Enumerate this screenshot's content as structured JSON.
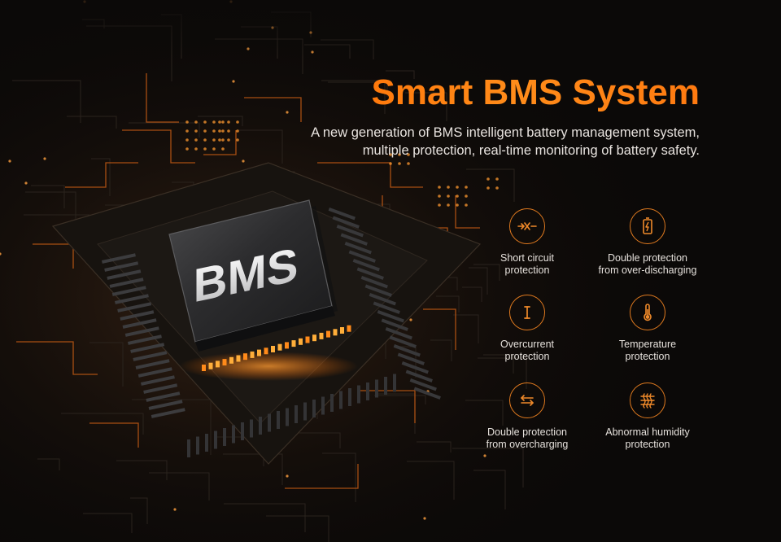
{
  "hero": {
    "title": "Smart BMS System",
    "subtitle_lines": [
      "A new generation of BMS intelligent battery management system,",
      "multiple protection, real-time monitoring of battery safety."
    ]
  },
  "chip": {
    "label": "BMS"
  },
  "features": [
    {
      "icon": "short-circuit-icon",
      "lines": [
        "Short circuit",
        "protection"
      ]
    },
    {
      "icon": "battery-icon",
      "lines": [
        "Double protection",
        "from over-discharging"
      ]
    },
    {
      "icon": "overcurrent-icon",
      "lines": [
        "Overcurrent",
        "protection"
      ]
    },
    {
      "icon": "thermometer-icon",
      "lines": [
        "Temperature",
        "protection"
      ]
    },
    {
      "icon": "arrows-icon",
      "lines": [
        "Double protection",
        "from overcharging"
      ]
    },
    {
      "icon": "humidity-icon",
      "lines": [
        "Abnormal humidity",
        "protection"
      ]
    }
  ],
  "colors": {
    "accent": "#ff7a10",
    "background": "#0b0908",
    "text": "#e6e1dc"
  }
}
